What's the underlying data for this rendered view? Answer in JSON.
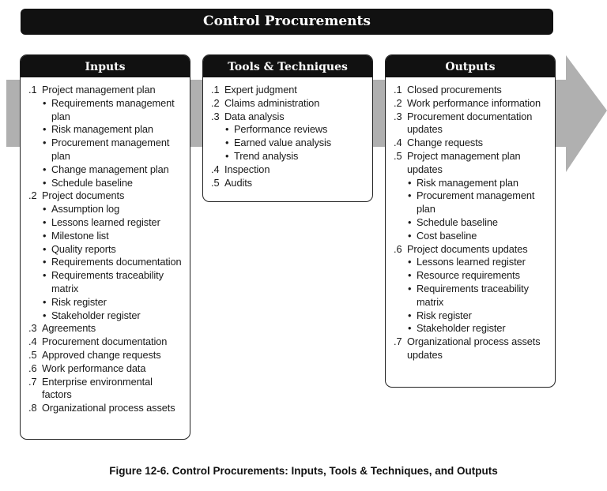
{
  "title": "Control Procurements",
  "caption": "Figure 12-6. Control Procurements: Inputs, Tools & Techniques, and Outputs",
  "colors": {
    "arrow": "#b0b0b0",
    "header_bg": "#111111",
    "border": "#222222"
  },
  "inputs": {
    "heading": "Inputs",
    "items": [
      {
        "num": ".1",
        "text": "Project management plan",
        "sub": [
          "Requirements management plan",
          "Risk management plan",
          "Procurement management plan",
          "Change management plan",
          "Schedule baseline"
        ]
      },
      {
        "num": ".2",
        "text": "Project documents",
        "sub": [
          "Assumption log",
          "Lessons learned register",
          "Milestone list",
          "Quality reports",
          "Requirements documentation",
          "Requirements traceability matrix",
          "Risk register",
          "Stakeholder register"
        ]
      },
      {
        "num": ".3",
        "text": "Agreements",
        "sub": []
      },
      {
        "num": ".4",
        "text": "Procurement documentation",
        "sub": []
      },
      {
        "num": ".5",
        "text": "Approved change requests",
        "sub": []
      },
      {
        "num": ".6",
        "text": "Work performance data",
        "sub": []
      },
      {
        "num": ".7",
        "text": "Enterprise environmental factors",
        "sub": []
      },
      {
        "num": ".8",
        "text": "Organizational process assets",
        "sub": []
      }
    ]
  },
  "tools": {
    "heading": "Tools & Techniques",
    "items": [
      {
        "num": ".1",
        "text": "Expert judgment",
        "sub": []
      },
      {
        "num": ".2",
        "text": "Claims administration",
        "sub": []
      },
      {
        "num": ".3",
        "text": "Data analysis",
        "sub": [
          "Performance reviews",
          "Earned value analysis",
          "Trend analysis"
        ]
      },
      {
        "num": ".4",
        "text": "Inspection",
        "sub": []
      },
      {
        "num": ".5",
        "text": "Audits",
        "sub": []
      }
    ]
  },
  "outputs": {
    "heading": "Outputs",
    "items": [
      {
        "num": ".1",
        "text": "Closed procurements",
        "sub": []
      },
      {
        "num": ".2",
        "text": "Work performance information",
        "sub": []
      },
      {
        "num": ".3",
        "text": "Procurement documentation updates",
        "sub": []
      },
      {
        "num": ".4",
        "text": "Change requests",
        "sub": []
      },
      {
        "num": ".5",
        "text": "Project management plan updates",
        "sub": [
          "Risk management plan",
          "Procurement management plan",
          "Schedule baseline",
          "Cost baseline"
        ]
      },
      {
        "num": ".6",
        "text": "Project documents updates",
        "sub": [
          "Lessons learned register",
          "Resource requirements",
          "Requirements traceability matrix",
          "Risk register",
          "Stakeholder register"
        ]
      },
      {
        "num": ".7",
        "text": "Organizational process assets updates",
        "sub": []
      }
    ]
  }
}
